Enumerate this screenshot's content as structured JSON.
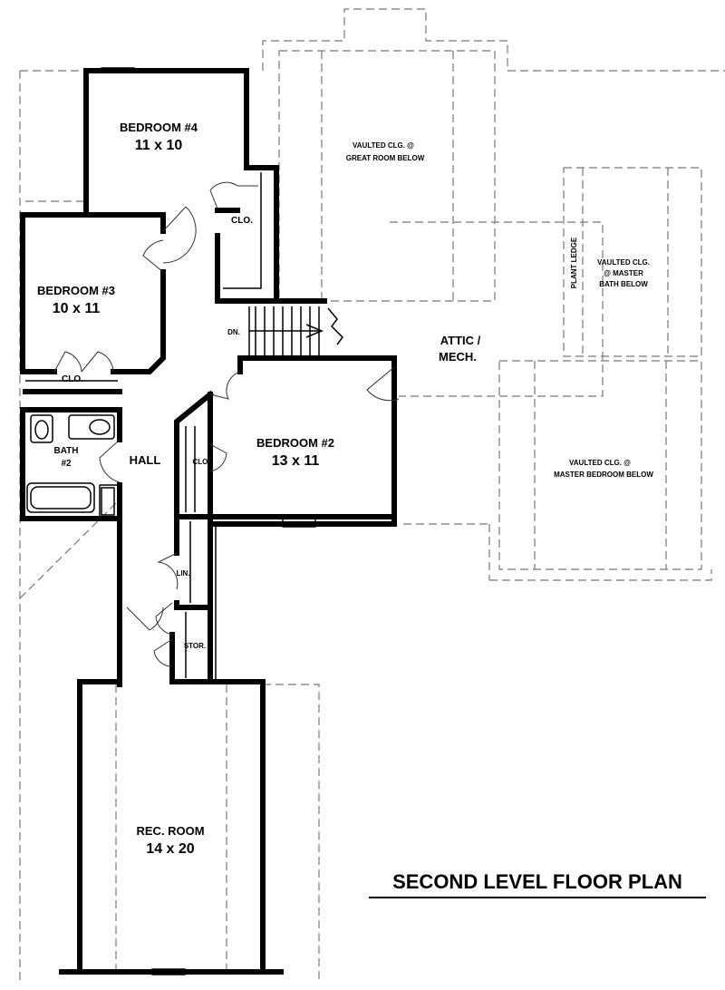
{
  "title": "SECOND LEVEL FLOOR PLAN",
  "rooms": {
    "bedroom4": {
      "name": "BEDROOM #4",
      "size": "11 x 10"
    },
    "bedroom3": {
      "name": "BEDROOM #3",
      "size": "10 x 11"
    },
    "bedroom2": {
      "name": "BEDROOM #2",
      "size": "13 x 11"
    },
    "rec_room": {
      "name": "REC. ROOM",
      "size": "14 x 20"
    },
    "bath2": {
      "name": "BATH",
      "sub": "#2"
    },
    "hall": {
      "name": "HALL"
    },
    "attic": {
      "line1": "ATTIC /",
      "line2": "MECH."
    },
    "clo_b4": "CLO.",
    "clo_b3": "CLO.",
    "clo_b2": "CLO.",
    "lin": "LIN.",
    "stor": "STOR.",
    "stairs": "DN."
  },
  "notes": {
    "great_room": {
      "line1": "VAULTED CLG. @",
      "line2": "GREAT ROOM BELOW"
    },
    "master_bath": {
      "line1": "VAULTED CLG.",
      "line2": "@ MASTER",
      "line3": "BATH BELOW"
    },
    "master_bed": {
      "line1": "VAULTED CLG. @",
      "line2": "MASTER BEDROOM BELOW"
    },
    "plant_ledge": "PLANT LEDGE"
  }
}
